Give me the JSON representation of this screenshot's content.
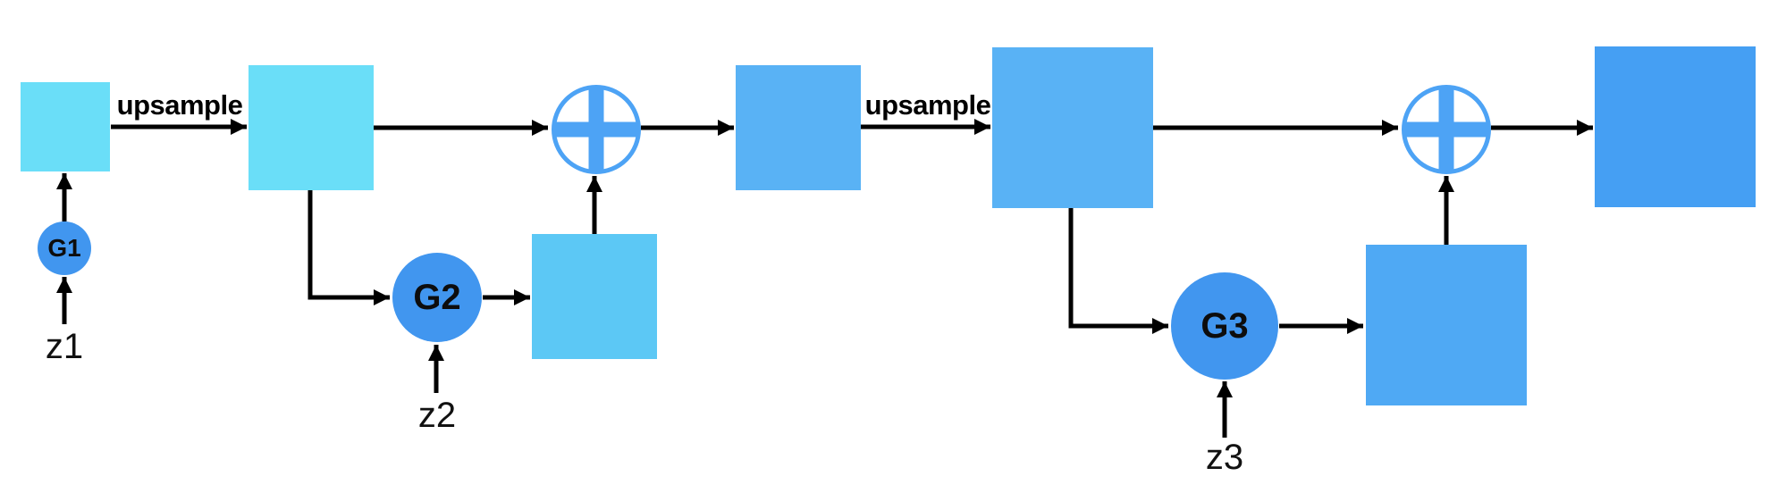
{
  "colors": {
    "background": "#ffffff",
    "arrow": "#000000",
    "label_text": "#000000",
    "generator_fill": "#4196ef",
    "sum_ring": "#4da3f5",
    "sum_fill": "#ffffff"
  },
  "labels": {
    "upsample_1": "upsample",
    "upsample_2": "upsample"
  },
  "stages": [
    {
      "generator": "G1",
      "noise": "z1"
    },
    {
      "generator": "G2",
      "noise": "z2"
    },
    {
      "generator": "G3",
      "noise": "z3"
    }
  ],
  "squares": [
    {
      "name": "generated-image-scale1",
      "color": "#6adef8"
    },
    {
      "name": "upsampled-image-scale1",
      "color": "#6adef8"
    },
    {
      "name": "residual-image-scale2",
      "color": "#5cc8f5"
    },
    {
      "name": "summed-image-scale2",
      "color": "#59b2f5"
    },
    {
      "name": "upsampled-image-scale2",
      "color": "#59b2f5"
    },
    {
      "name": "residual-image-scale3",
      "color": "#4fa9f4"
    },
    {
      "name": "final-image-scale3",
      "color": "#459ff3"
    }
  ]
}
